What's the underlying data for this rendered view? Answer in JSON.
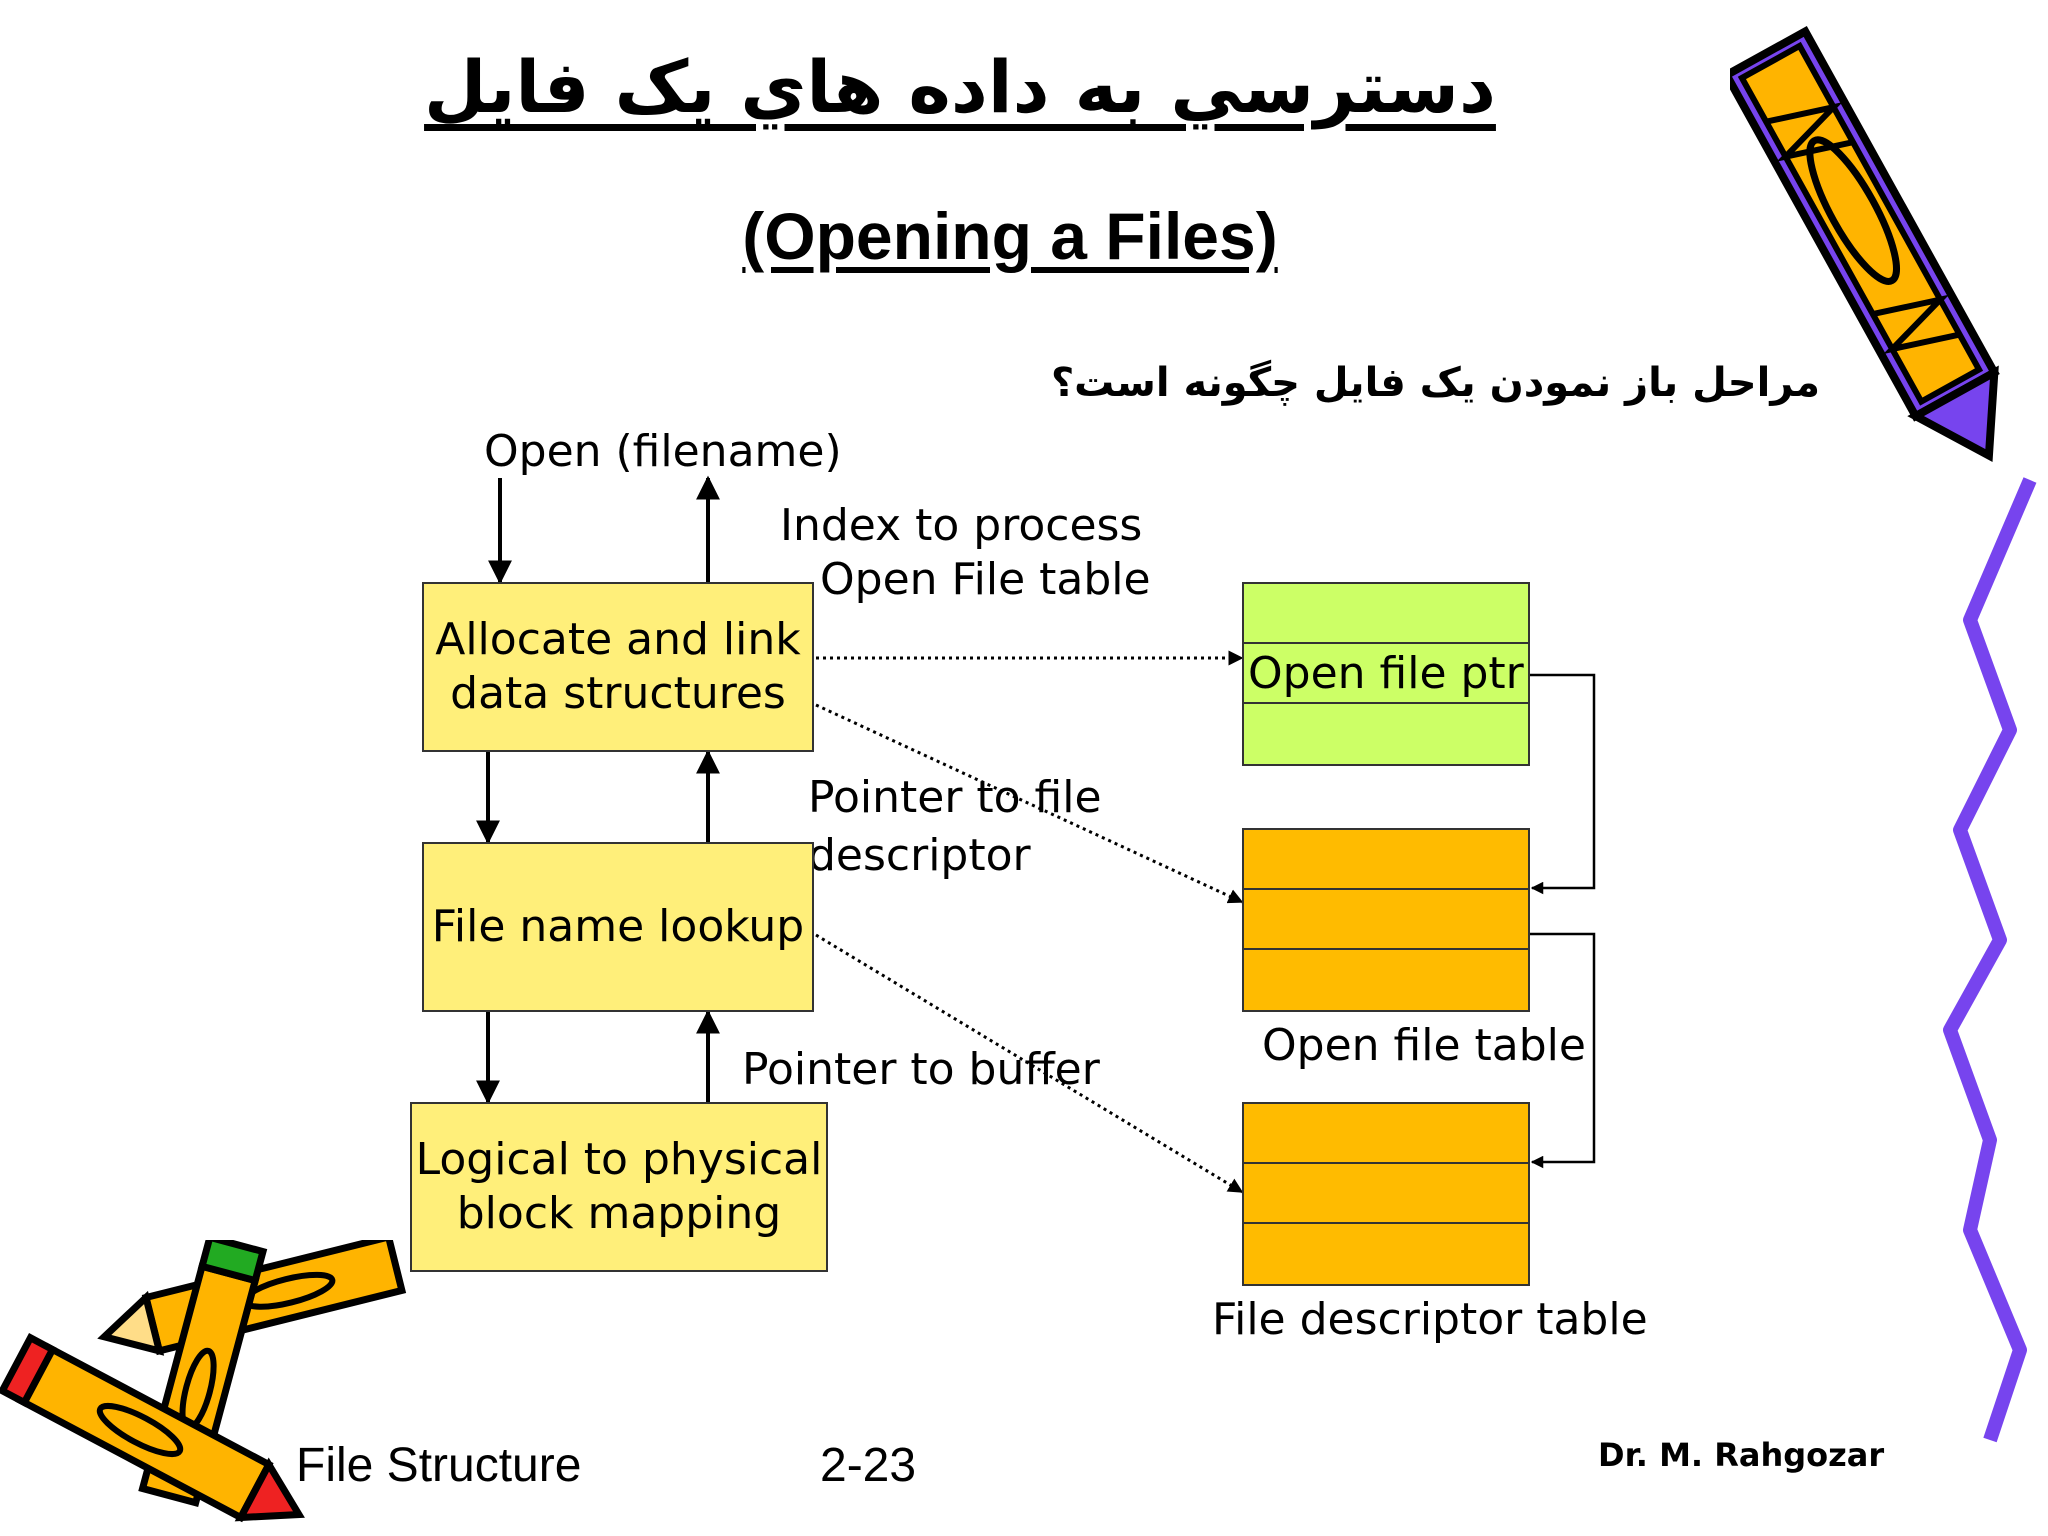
{
  "title_fa": "دسترسي به داده هاي يک فايل",
  "title_en": "(Opening a Files)",
  "question_fa": "مراحل باز نمودن یک فایل چگونه است؟",
  "labels": {
    "open_call": "Open (filename)",
    "index_line1": "Index to process",
    "index_line2": "Open File table",
    "pointer_fd_line1": "Pointer to file",
    "pointer_fd_line2": "descriptor",
    "pointer_buffer": "Pointer to buffer"
  },
  "boxes": {
    "allocate_line1": "Allocate and link",
    "allocate_line2": "data structures",
    "lookup": "File name lookup",
    "logical_line1": "Logical to physical",
    "logical_line2": "block mapping"
  },
  "tables": {
    "process_row": "Open file ptr",
    "open_file_table": "Open file table",
    "file_descriptor_table": "File descriptor table"
  },
  "footer": {
    "course": "File Structure",
    "page": "2-23",
    "author": "Dr. M. Rahgozar"
  },
  "colors": {
    "box_fill": "#ffef7a",
    "green_table": "#ccff66",
    "orange_table": "#ffbb00",
    "squiggle": "#7744ee"
  },
  "decorations": [
    "pencil-icon",
    "pencils-cluster-icon",
    "squiggle-line"
  ]
}
